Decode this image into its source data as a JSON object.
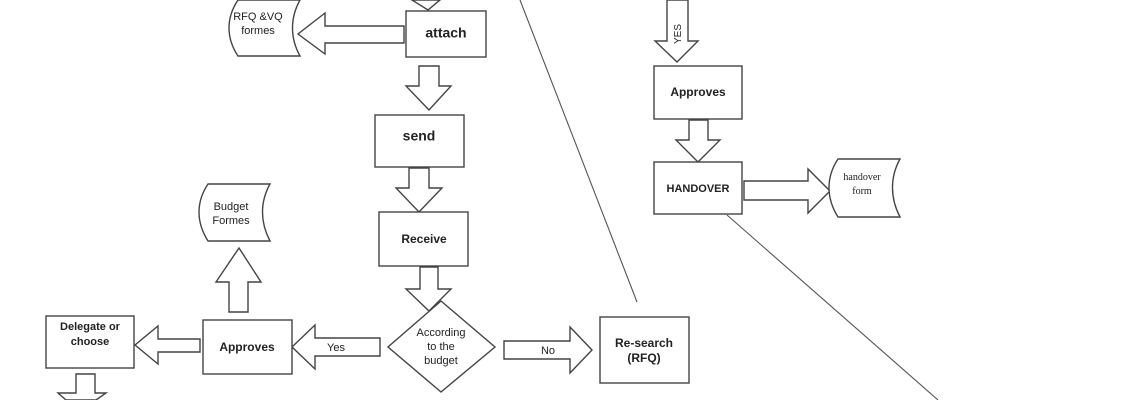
{
  "nodes": {
    "attach": "attach",
    "send": "send",
    "receive": "Receive",
    "approves_right": "Approves",
    "handover": "HANDOVER",
    "approves_left": "Approves",
    "delegate_line1": "Delegate or",
    "delegate_line2": "choose",
    "research_line1": "Re-search",
    "research_line2": "(RFQ)",
    "decision_line1": "According",
    "decision_line2": "to the",
    "decision_line3": "budget"
  },
  "documents": {
    "rfq_line1": "RFQ &VQ",
    "rfq_line2": "formes",
    "budget_line1": "Budget",
    "budget_line2": "Formes",
    "handover_line1": "handover",
    "handover_line2": "form"
  },
  "labels": {
    "yes_vertical": "YES",
    "yes_left": "Yes",
    "no_right": "No"
  }
}
